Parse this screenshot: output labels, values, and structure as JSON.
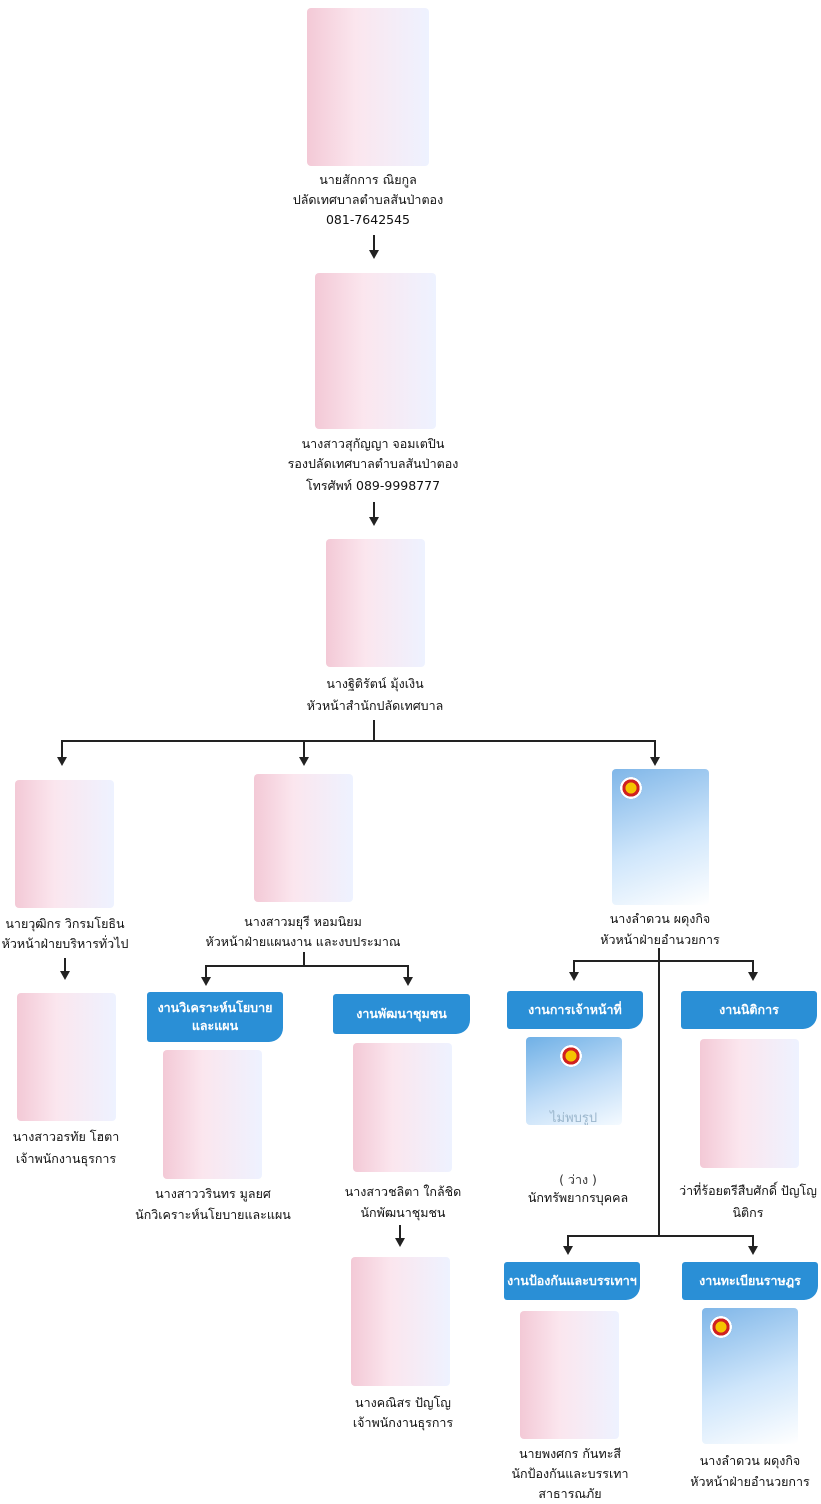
{
  "chief": {
    "name": "นายสักการ  ณิยกูล",
    "title": "ปลัดเทศบาลตำบลสันป่าตอง",
    "phone": "081-7642545"
  },
  "deputy": {
    "name": "นางสาวสุกัญญา  จอมเตปิน",
    "title": "รองปลัดเทศบาลตำบลสันป่าตอง",
    "phone": "โทรศัพท์ 089-9998777"
  },
  "office_head": {
    "name": "นางฐิติรัตน์ มุ้งเงิน",
    "title": "หัวหน้าสำนักปลัดเทศบาล"
  },
  "admin": {
    "head": {
      "name": "นายวุฒิกร  วิกรมโยธิน",
      "title": "หัวหน้าฝ่ายบริหารทั่วไป"
    },
    "clerk": {
      "name": "นางสาวอรทัย โฮตา",
      "title": "เจ้าพนักงานธุรการ"
    }
  },
  "planning": {
    "head": {
      "name": "นางสาวมยุรี  หอมนิยม",
      "title": "หัวหน้าฝ่ายแผนงาน และงบประมาณ"
    },
    "policy_unit": {
      "label": "งานวิเคราะห์นโยบายและแผน",
      "name": "นางสาววรินทร  มูลยศ",
      "title": "นักวิเคราะห์นโยบายและแผน"
    },
    "community_unit": {
      "label": "งานพัฒนาชุมชน",
      "name": "นางสาวชลิตา  ใกล้ชิด",
      "title": "นักพัฒนาชุมชน"
    },
    "community_clerk": {
      "name": "นางคณิสร  ปัญโญ",
      "title": "เจ้าพนักงานธุรการ"
    }
  },
  "facilitation": {
    "head": {
      "name": "นางลำดวน ผดุงกิจ",
      "title": "หัวหน้าฝ่ายอำนวยการ"
    },
    "personnel_unit": {
      "label": "งานการเจ้าหน้าที่",
      "no_photo": "ไม่พบรูป",
      "name": "( ว่าง )",
      "title": "นักทรัพยากรบุคคล"
    },
    "legal_unit": {
      "label": "งานนิติการ",
      "name": "ว่าที่ร้อยตรีสืบศักดิ์ ปัญโญ",
      "title": "นิติกร"
    },
    "disaster_unit": {
      "label": "งานป้องกันและบรรเทาฯ",
      "name": "นายพงศกร  กันทะสี",
      "title": "นักป้องกันและบรรเทา",
      "title2": "สาธารณภัย"
    },
    "registry_unit": {
      "label": "งานทะเบียนราษฎร",
      "name": "นางลำดวน ผดุงกิจ",
      "title": "หัวหน้าฝ่ายอำนวยการ"
    }
  }
}
